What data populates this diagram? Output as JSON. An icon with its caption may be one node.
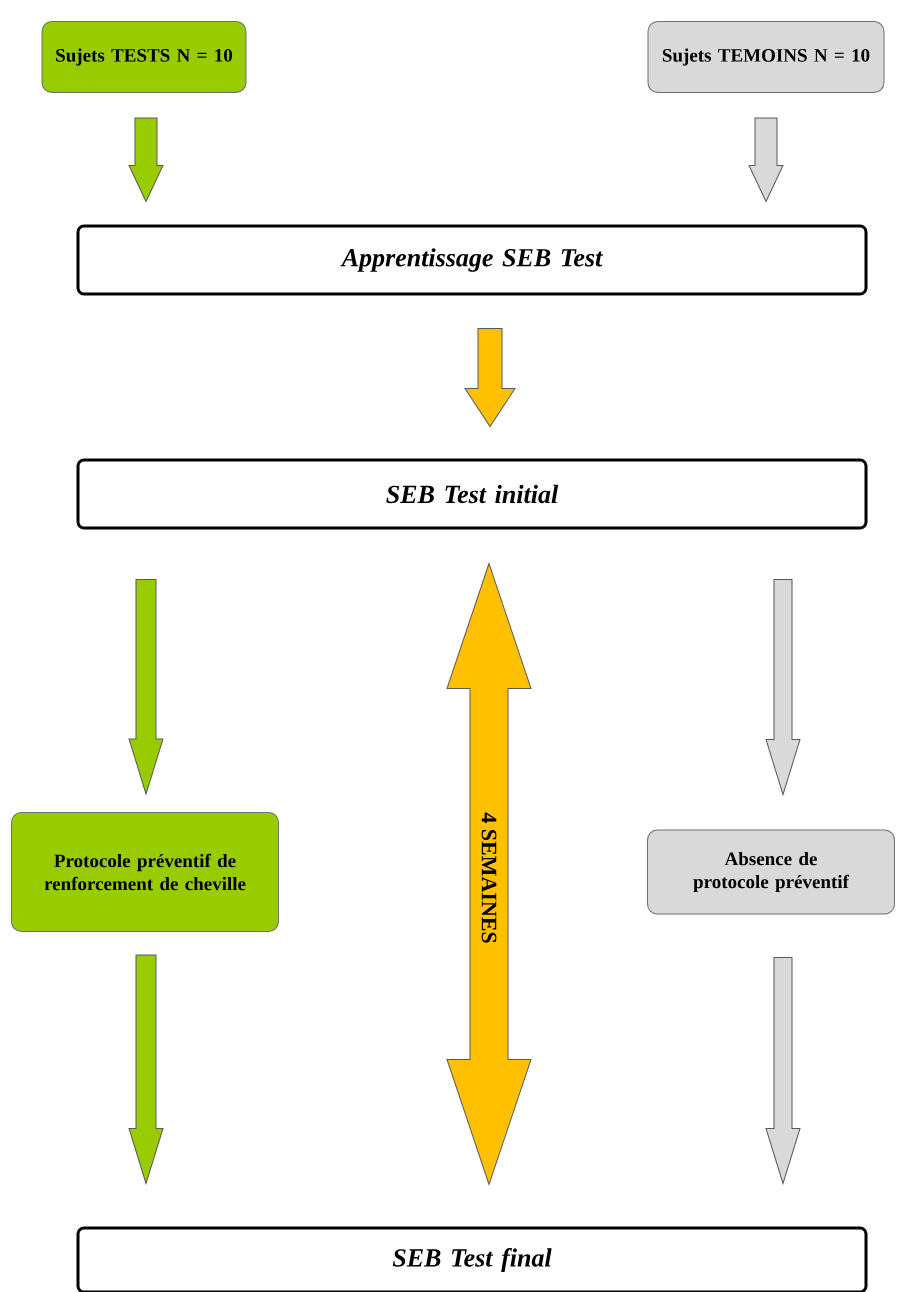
{
  "diagram": {
    "nodes": [
      {
        "text": [
          "Sujets TESTS N = 10"
        ]
      },
      {
        "text": [
          "Sujets TEMOINS N = 10"
        ]
      },
      {
        "text": [
          "Apprentissage SEB Test"
        ]
      },
      {
        "text": [
          "SEB Test initial"
        ]
      },
      {
        "text": [
          "Protocole préventif de renforcement de cheville"
        ]
      },
      {
        "text": [
          "Absence de protocole préventif"
        ]
      },
      {
        "text": [
          "SEB Test final"
        ]
      }
    ],
    "edges": [
      {
        "from": 0,
        "to": 2,
        "arrow": "to",
        "color": "#99cc00"
      },
      {
        "from": 1,
        "to": 2,
        "arrow": "to",
        "color": "#d9d9d9"
      },
      {
        "from": 2,
        "to": 3,
        "arrow": "to",
        "color": "#ffc000"
      },
      {
        "from": 3,
        "to": 4,
        "arrow": "to",
        "color": "#99cc00"
      },
      {
        "from": 3,
        "to": 5,
        "arrow": "to",
        "color": "#d9d9d9"
      },
      {
        "from": 4,
        "to": 6,
        "arrow": "to",
        "color": "#99cc00"
      },
      {
        "from": 5,
        "to": 6,
        "arrow": "to",
        "color": "#d9d9d9"
      },
      {
        "from": 3,
        "to": 6,
        "arrow": "both",
        "label": "4 SEMAINES",
        "color": "#ffc000"
      }
    ]
  }
}
